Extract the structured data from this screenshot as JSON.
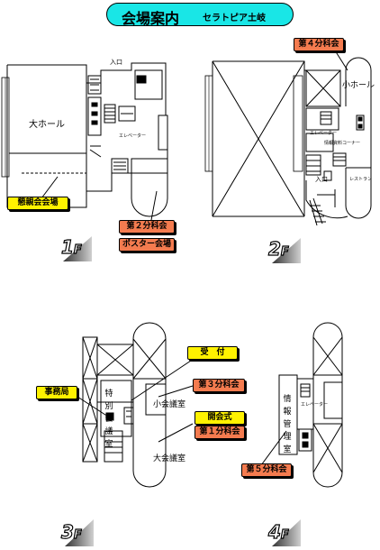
{
  "title": {
    "main": "会場案内",
    "sub": "セラトピア土岐"
  },
  "floors": {
    "f1": {
      "number": "1",
      "suffix": "F",
      "rooms": {
        "hall": "大ホール",
        "entrance": "入口",
        "elevator": "エレベーター"
      },
      "tags": {
        "reception_party": "懇親会会場",
        "session2": "第２分科会",
        "poster": "ポスター会場"
      }
    },
    "f2": {
      "number": "2",
      "suffix": "F",
      "rooms": {
        "small_hall": "小ホール",
        "entrance": "入口",
        "elevator": "エレベーター",
        "info_corner": "情報資料コーナー",
        "restaurant": "レストラン"
      },
      "tags": {
        "session4": "第４分科会"
      }
    },
    "f3": {
      "number": "3",
      "suffix": "F",
      "rooms": {
        "special_meeting": "特別会議室",
        "small_meeting": "小会議室",
        "large_meeting": "大会議室"
      },
      "tags": {
        "secretariat": "事務局",
        "reception": "受　付",
        "session3": "第３分科会",
        "opening": "開会式",
        "session1": "第１分科会"
      }
    },
    "f4": {
      "number": "4",
      "suffix": "F",
      "rooms": {
        "info_management": "情報管理室",
        "elevator": "エレベーター"
      },
      "tags": {
        "session5": "第５分科会"
      }
    }
  },
  "colors": {
    "title_bg": "#19e6e6",
    "session_tag": "#f47b4f",
    "event_tag": "#fff200"
  }
}
